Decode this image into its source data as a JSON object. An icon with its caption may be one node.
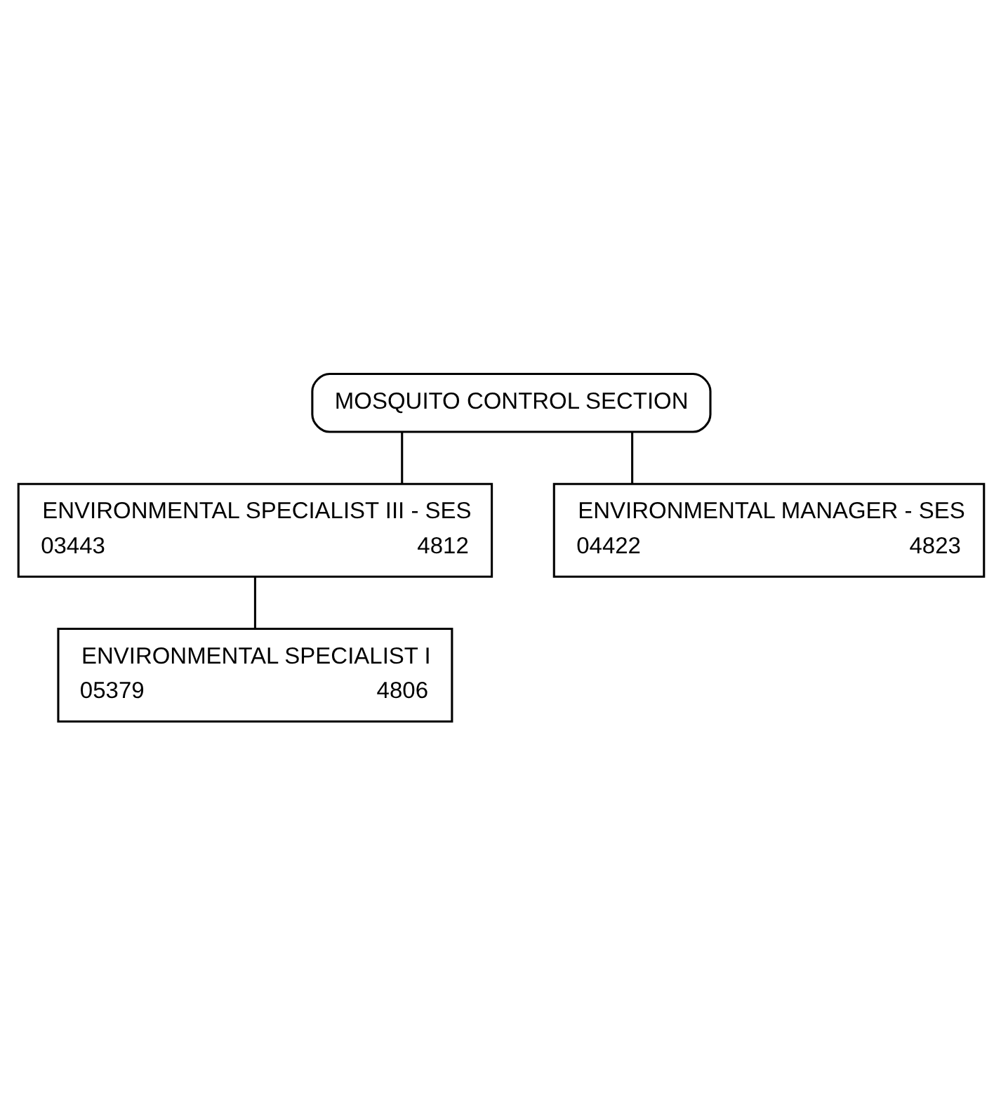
{
  "diagram": {
    "nodes": [
      {
        "text": [
          "MOSQUITO CONTROL SECTION"
        ]
      },
      {
        "text": [
          "ENVIRONMENTAL SPECIALIST III - SES",
          "03443",
          "4812"
        ]
      },
      {
        "text": [
          "ENVIRONMENTAL SPECIALIST I",
          "05379",
          "4806"
        ]
      },
      {
        "text": [
          "ENVIRONMENTAL MANAGER - SES",
          "04422",
          "4823"
        ]
      }
    ],
    "edges": [
      {
        "from": 0,
        "to": 1,
        "arrow": "none"
      },
      {
        "from": 1,
        "to": 2,
        "arrow": "none"
      },
      {
        "from": 0,
        "to": 3,
        "arrow": "none"
      }
    ]
  }
}
